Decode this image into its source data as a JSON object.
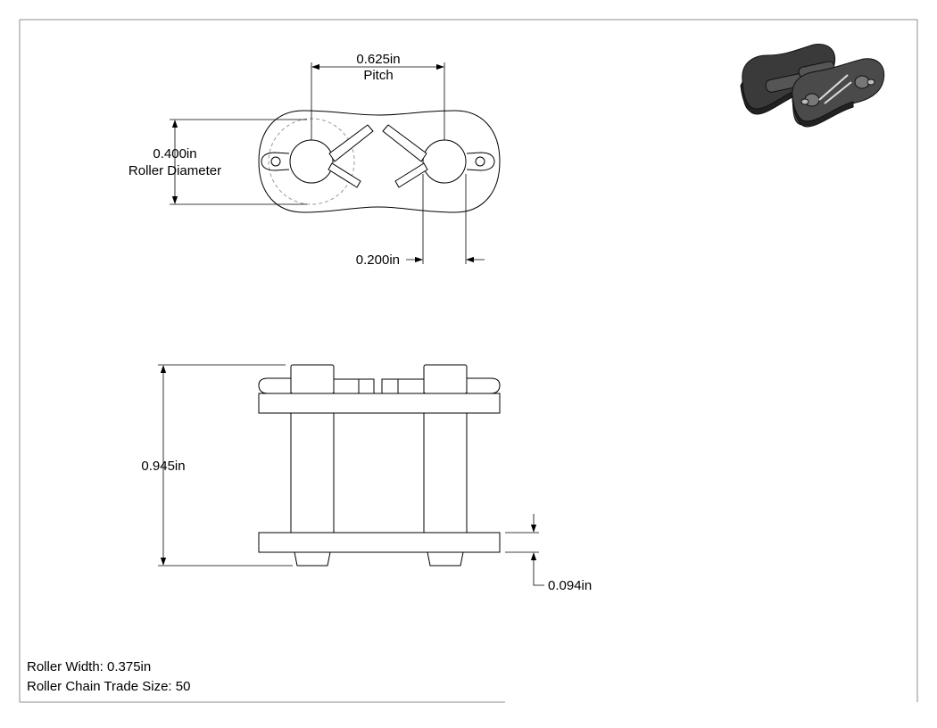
{
  "drawing": {
    "title": "",
    "part": "Roller chain connecting link",
    "top_view": {
      "pitch_value": "0.625in",
      "pitch_label": "Pitch",
      "roller_diameter_value": "0.400in",
      "roller_diameter_label": "Roller Diameter",
      "pin_diameter_value": "0.200in"
    },
    "side_view": {
      "overall_height_value": "0.945in",
      "plate_thickness_value": "0.094in"
    },
    "notes": {
      "roller_width": "Roller Width: 0.375in",
      "trade_size": "Roller Chain Trade Size: 50"
    },
    "icon": "chain-link-3d-icon",
    "colors": {
      "line": "#000000",
      "hidden_line": "#9a9a9a",
      "border": "#8c8c8c",
      "iso_dark": "#3a3a3a"
    }
  }
}
